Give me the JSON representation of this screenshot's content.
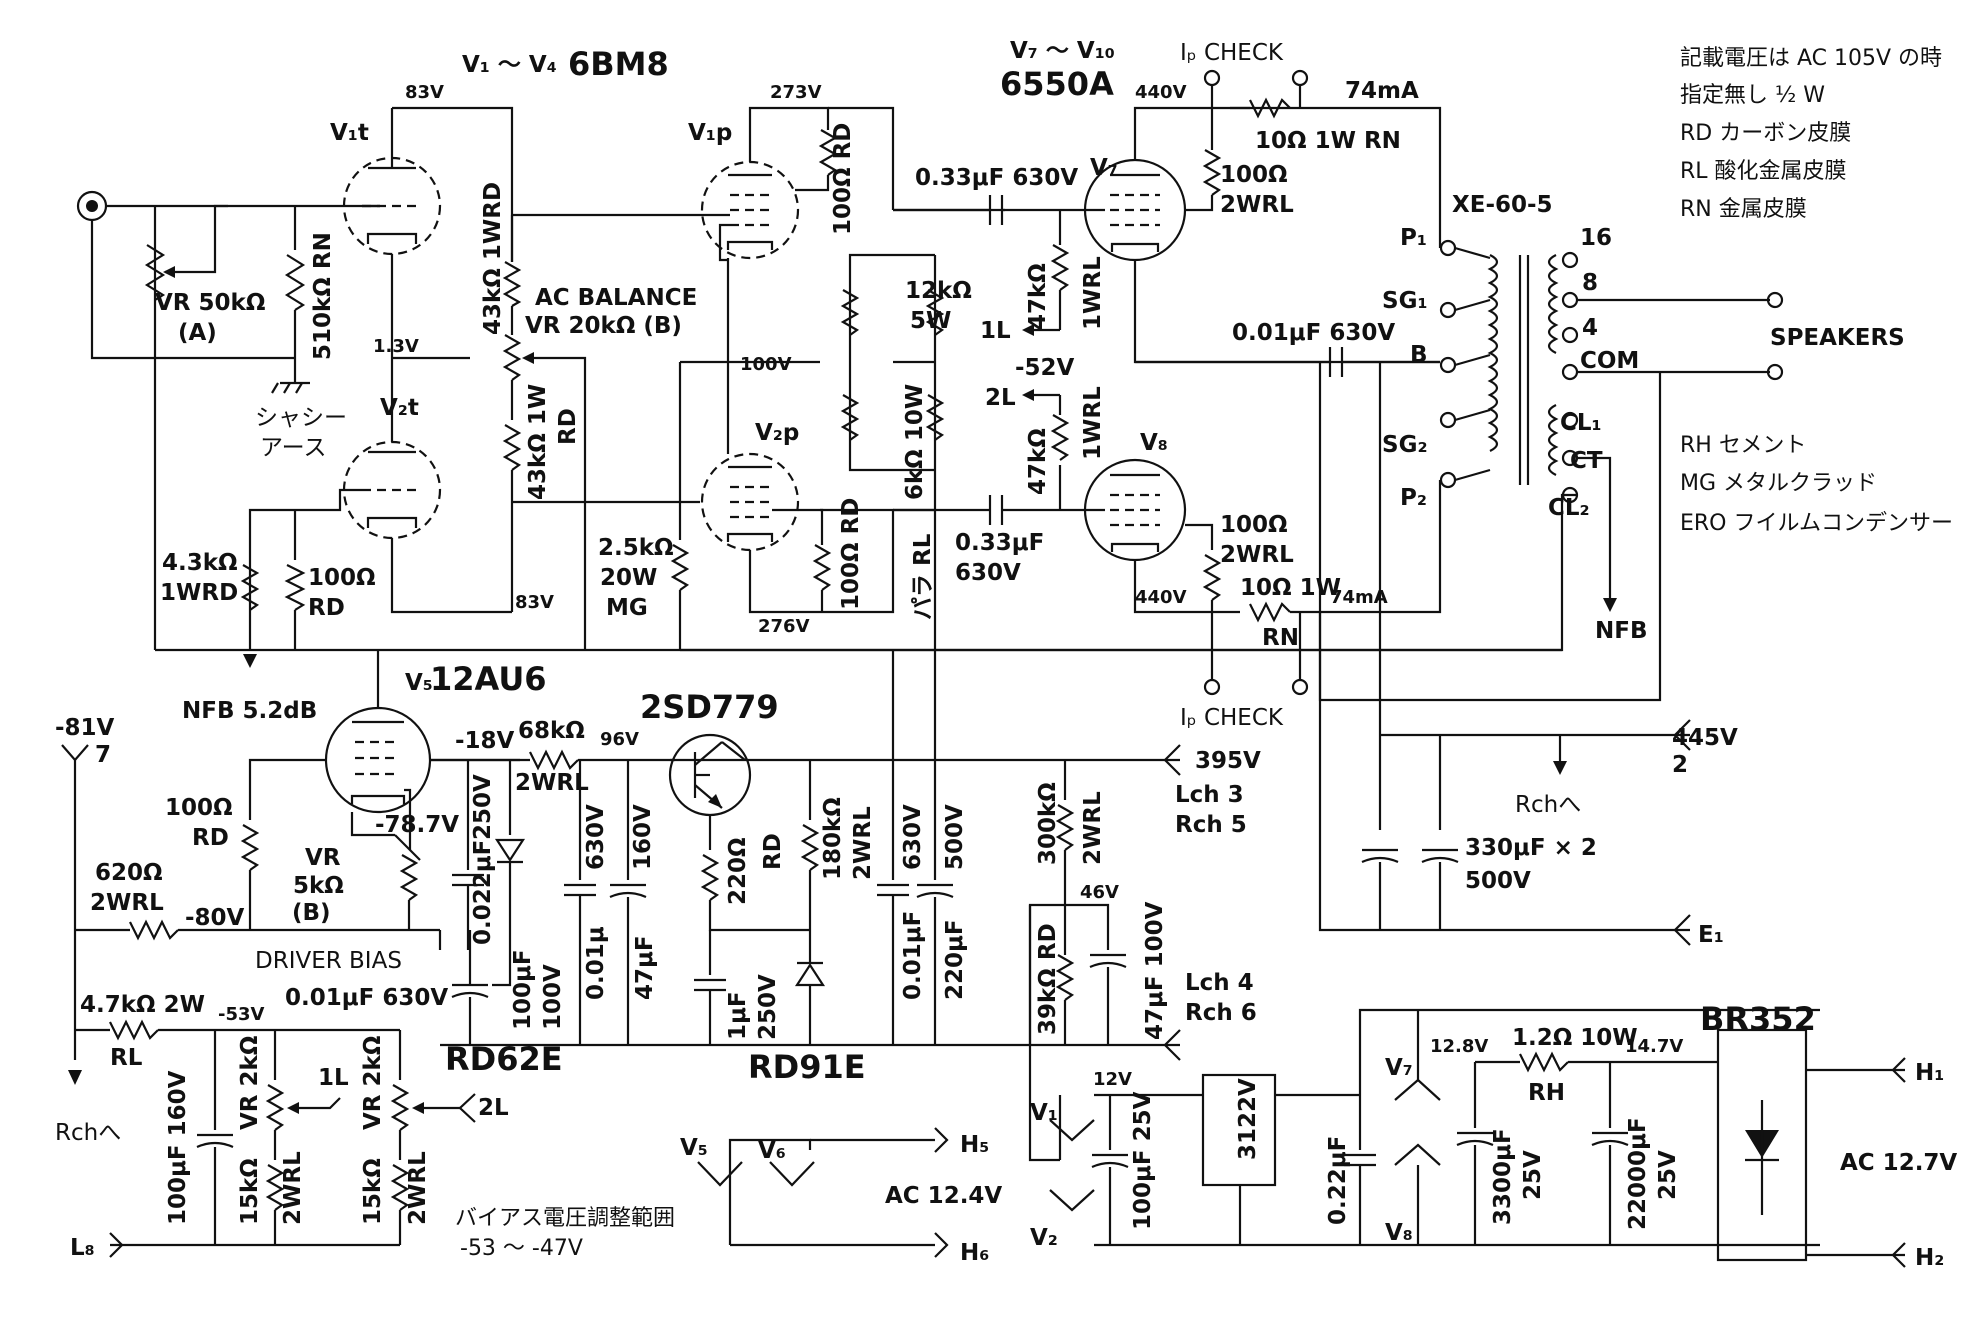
{
  "header": {
    "tubes_v1_v4": "V₁ ～ V₄",
    "tube_6bm8": "6BM8",
    "tubes_v7_v10": "V₇ ～ V₁₀",
    "tube_6550a": "6550A",
    "tube_12au6": "12AU6",
    "transistor_2sd779": "2SD779"
  },
  "notes": {
    "lines": [
      "記載電圧は AC 105V の時",
      "指定無し ½ W",
      "RD カーボン皮膜",
      "RL 酸化金属皮膜",
      "RN 金属皮膜"
    ],
    "legend": [
      "RH セメント",
      "MG メタルクラッド",
      "ERO フイルムコンデンサー"
    ]
  },
  "tubes": {
    "v1t": "V₁t",
    "v2t": "V₂t",
    "v1p": "V₁p",
    "v2p": "V₂p",
    "v7": "V₇",
    "v8": "V₈",
    "v5": "V₅"
  },
  "labels": {
    "v83_top": "83V",
    "v1_3": "1.3V",
    "v83_bot": "83V",
    "v273": "273V",
    "v100": "100V",
    "v276": "276V",
    "v440_top": "440V",
    "v440_bot": "440V",
    "ma74_top": "74mA",
    "ma74_bot": "74mA",
    "ip_check_top": "Iₚ CHECK",
    "ip_check_bot": "Iₚ CHECK",
    "r10_top": "10Ω 1W RN",
    "r100_v7": "100Ω",
    "r100_v7b": "2WRL",
    "r100_v8": "100Ω",
    "r100_v8b": "2WRL",
    "r10_bot": "10Ω 1W",
    "r10_bot_rn": "RN",
    "c033_top": "0.33μF 630V",
    "c033_bot_a": "0.33μF",
    "c033_bot_b": "630V",
    "r47k_top": "47kΩ",
    "r1wrl_top": "1WRL",
    "r47k_bot": "47kΩ",
    "r1wrl_bot": "1WRL",
    "one_l": "1L",
    "two_l": "2L",
    "minus52": "-52V",
    "r12k": "12kΩ",
    "r5w": "5W",
    "r100rd_a": "100Ω RD",
    "r100rd_b": "100Ω RD",
    "r6k": "6kΩ 10W",
    "para_rl": "パラ RL",
    "r43k_top": "43kΩ 1WRD",
    "r43k_bot": "43kΩ 1W",
    "r43k_bot_rd": "RD",
    "ac_balance": "AC BALANCE",
    "vr20k": "VR 20kΩ (B)",
    "vr50k": "VR 50kΩ",
    "vr50k_a": "(A)",
    "r510k": "510kΩ RN",
    "chassis": "シャシー",
    "earth": "アース",
    "r4_3k": "4.3kΩ",
    "r4_3k_b": "1WRD",
    "r100_v2t": "100Ω",
    "r100_v2t_b": "RD",
    "r2_5k": "2.5kΩ",
    "r2_5k_b": "20W",
    "r2_5k_c": "MG",
    "xe60": "XE-60-5",
    "p1": "P₁",
    "sg1": "SG₁",
    "b": "B",
    "sg2": "SG₂",
    "p2": "P₂",
    "t16": "16",
    "t8": "8",
    "t4": "4",
    "com": "COM",
    "cl1": "CL₁",
    "ct": "CT",
    "cl2": "CL₂",
    "speakers": "SPEAKERS",
    "nfb": "NFB",
    "c001_630": "0.01μF 630V",
    "nfb_db": "NFB 5.2dB",
    "minus81": "-81V",
    "seven": "7",
    "r100rd_v5": "100Ω",
    "r100rd_v5b": "RD",
    "r620": "620Ω",
    "r620b": "2WRL",
    "minus80": "-80V",
    "driver_bias": "DRIVER BIAS",
    "c001_drv": "0.01μF 630V",
    "minus18": "-18V",
    "r68k": "68kΩ",
    "r68k_b": "2WRL",
    "minus78": "-78.7V",
    "vr5k": "VR",
    "vr5k_b": "5kΩ",
    "vr5k_c": "(B)",
    "c250v": "250V",
    "c0022": "0.022μF",
    "c100uf": "100μF",
    "c100v": "100V",
    "rd62e": "RD62E",
    "v96": "96V",
    "c630": "630V",
    "c160v": "160V",
    "c001u": "0.01μ",
    "c47u": "47μF",
    "r220": "220Ω",
    "r220rd": "RD",
    "c1u": "1μF",
    "c1u_v": "250V",
    "r180k": "180kΩ",
    "r180k_b": "2WRL",
    "rd91e": "RD91E",
    "c001_630b": "0.01μF",
    "c630b": "630V",
    "c220": "220μF",
    "c500v": "500V",
    "r300k": "300kΩ",
    "r300k_b": "2WRL",
    "v46": "46V",
    "r39k": "39kΩ RD",
    "c47_100": "47μF 100V",
    "v395": "395V",
    "lch3": "Lch 3",
    "rch5": "Rch 5",
    "lch4": "Lch 4",
    "rch6": "Rch 6",
    "v445": "445V",
    "two": "2",
    "rch_to": "Rchへ",
    "c330": "330μF × 2",
    "c330_v": "500V",
    "e1": "E₁",
    "r4_7k": "4.7kΩ 2W",
    "r4_7k_rl": "RL",
    "minus53": "-53V",
    "vr2k_a": "VR 2kΩ",
    "vr2k_b": "VR 2kΩ",
    "l1b": "1L",
    "l2b": "2L",
    "r15k_a": "15kΩ",
    "r15k_b": "15kΩ",
    "r2wrl_a": "2WRL",
    "r2wrl_b": "2WRL",
    "c100_160": "100μF 160V",
    "rch_to2": "Rchへ",
    "l8": "L₈",
    "bias_range": "バイアス電圧調整範囲",
    "bias_range_v": "-53 ～ -47V",
    "v5h": "V₅",
    "v6h": "V₆",
    "h5": "H₅",
    "h6": "H₆",
    "ac12_4": "AC 12.4V",
    "v1h": "V₁",
    "v2h": "V₂",
    "v12": "12V",
    "c100_25": "100μF 25V",
    "reg3122": "3122V",
    "c022": "0.22μF",
    "v7h": "V₇",
    "v8h": "V₈",
    "v12_8": "12.8V",
    "r1_2": "1.2Ω 10W",
    "rh": "RH",
    "v14_7": "14.7V",
    "c3300": "3300μF",
    "c3300_v": "25V",
    "c22000": "22000μF",
    "c22000_v": "25V",
    "br352": "BR352",
    "h1": "H₁",
    "h2": "H₂",
    "ac12_7": "AC 12.7V"
  }
}
